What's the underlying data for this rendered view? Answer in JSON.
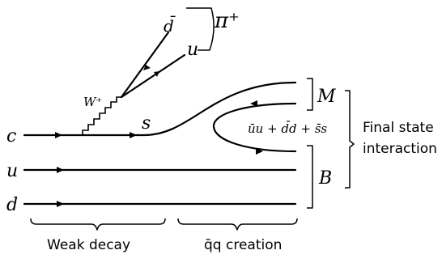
{
  "labels": {
    "quark_c": "c",
    "quark_u": "u",
    "quark_d": "d",
    "quark_s": "s",
    "w_boson": "W⁺",
    "antiquark_dbar": "d̄",
    "quark_u_out": "u",
    "pion": "π⁺",
    "meson": "M",
    "baryon": "B",
    "pair_creation": "ūu + d̄d + s̄s",
    "final_state_line1": "Final state",
    "final_state_line2": "interaction",
    "weak_decay": "Weak decay",
    "qq_creation": "q̄q creation"
  }
}
